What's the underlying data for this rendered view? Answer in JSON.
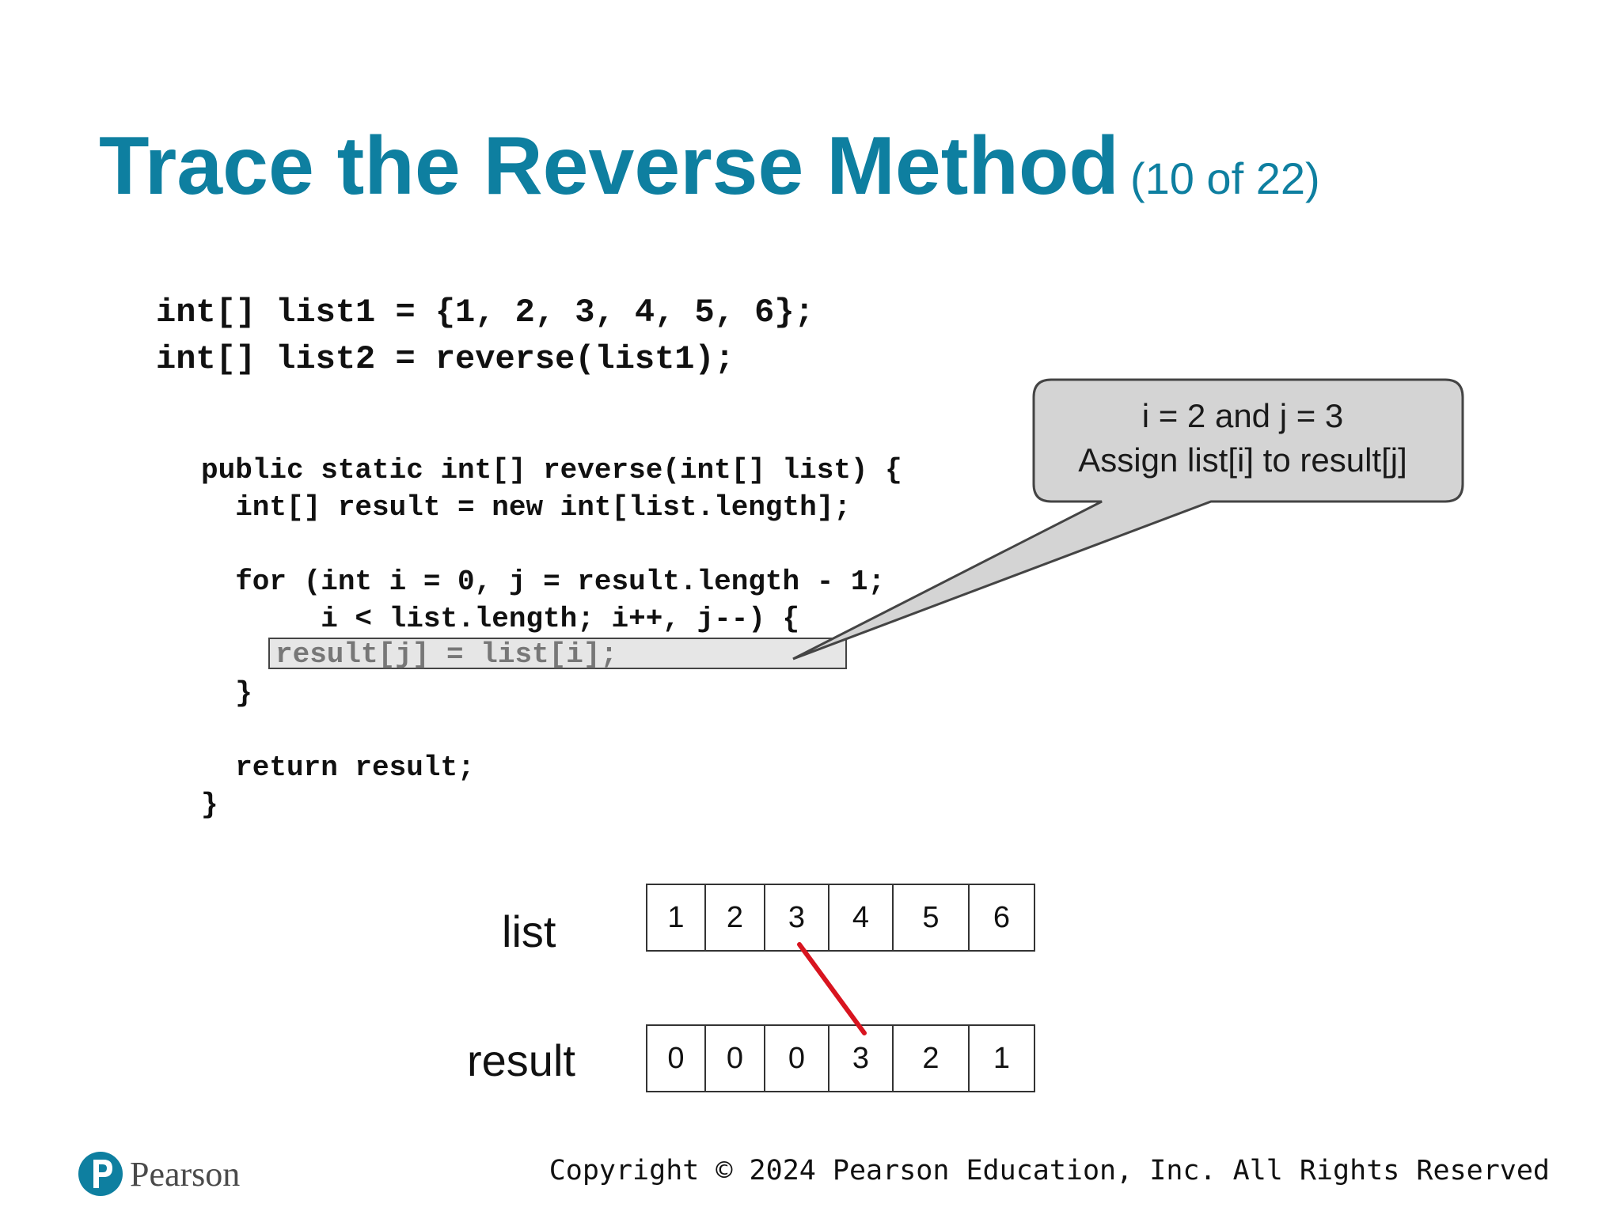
{
  "slide": {
    "title": "Trace the Reverse Method",
    "subtitle": "(10 of 22)"
  },
  "code": {
    "line1": "int[] list1 = {1, 2, 3, 4, 5, 6};",
    "line2": "int[] list2 = reverse(list1);",
    "method_lines": [
      "public static int[] reverse(int[] list) {",
      "  int[] result = new int[list.length];",
      "",
      "  for (int i = 0, j = result.length - 1;",
      "       i < list.length; i++, j--) {",
      "    result[j] = list[i];",
      "  }",
      "",
      "  return result;",
      "}"
    ],
    "highlighted_line": "result[j] = list[i];"
  },
  "callout": {
    "line1": "i = 2 and j = 3",
    "line2": "Assign list[i] to result[j]"
  },
  "arrays": {
    "list": {
      "label": "list",
      "values": [
        "1",
        "2",
        "3",
        "4",
        "5",
        "6"
      ]
    },
    "result": {
      "label": "result",
      "values": [
        "0",
        "0",
        "0",
        "3",
        "2",
        "1"
      ]
    }
  },
  "colors": {
    "title": "#0e7fa0",
    "arrow": "#d8141f",
    "callout_fill": "#d4d4d4"
  },
  "footer": {
    "brand": "Pearson",
    "copyright": "Copyright © 2024 Pearson Education, Inc. All Rights Reserved"
  }
}
